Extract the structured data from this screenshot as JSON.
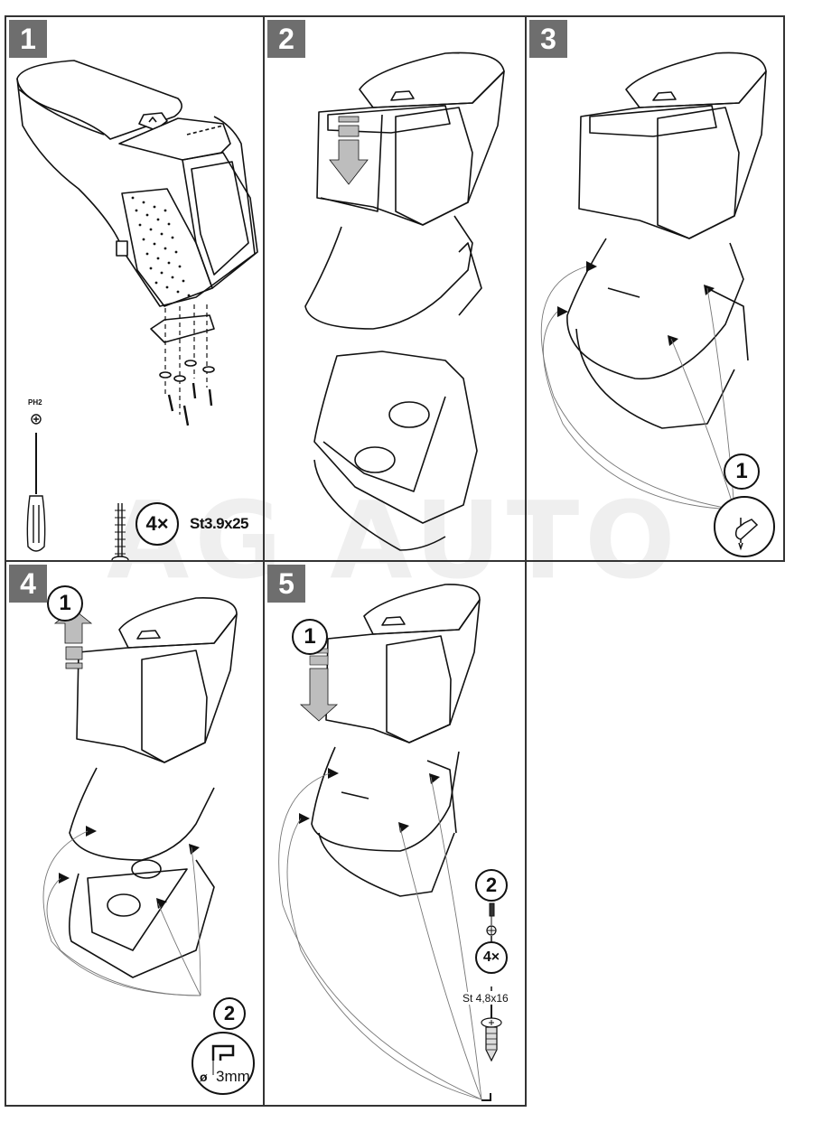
{
  "watermark": "AG AUTO",
  "colors": {
    "badge": "#6e6e6e",
    "arrow_fill": "#bdbdbd",
    "outline": "#111111",
    "watermark": "#efefef"
  },
  "steps": [
    {
      "number": "1",
      "tool": {
        "icon": "phillips-screwdriver-icon",
        "bit_label": "PH2"
      },
      "fastener": {
        "icon": "wood-screw-icon",
        "quantity": "4×",
        "spec": "St3.9x25"
      }
    },
    {
      "number": "2",
      "arrow": "down-arrow-icon"
    },
    {
      "number": "3",
      "callouts": [
        {
          "number": "1",
          "icon": "hand-marking-pen-icon"
        }
      ]
    },
    {
      "number": "4",
      "callouts": [
        {
          "number": "1",
          "icon": "up-arrow-icon"
        },
        {
          "number": "2",
          "icon": "drill-icon",
          "drill_label": "ø",
          "drill_size": "3mm"
        }
      ]
    },
    {
      "number": "5",
      "callouts": [
        {
          "number": "1",
          "icon": "down-arrow-icon"
        },
        {
          "number": "2",
          "icon": "screwdriver-icon",
          "quantity": "4×",
          "spec": "St 4,8x16"
        }
      ]
    }
  ]
}
